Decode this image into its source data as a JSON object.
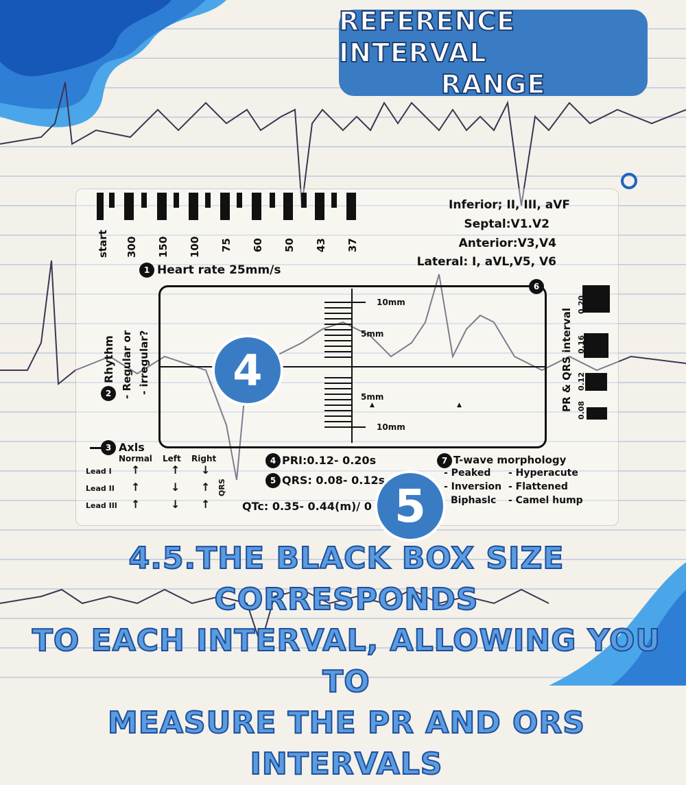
{
  "banner": {
    "line1": "Reference Interval",
    "line2": "Range"
  },
  "caption": {
    "line1": "4.5.The black box size corresponds",
    "line2": "to each interval, allowing you to",
    "line3": "measure the PR and ORS intervals"
  },
  "callouts": {
    "first": "4",
    "second": "5"
  },
  "card": {
    "rate_scale": [
      "start",
      "300",
      "150",
      "100",
      "75",
      "60",
      "50",
      "43",
      "37"
    ],
    "leads": {
      "inferior": "Inferior; II, III, aVF",
      "septal": "Septal:V1.V2",
      "anterior": "Anterior:V3,V4",
      "lateral": "Lateral: I, aVL,V5, V6"
    },
    "heart_rate": {
      "num": "1",
      "label": "Heart rate 25mm/s"
    },
    "rhythm": {
      "num": "2",
      "label": "Rhythm",
      "line2": "- Regular or",
      "line3": "- irregular?"
    },
    "axis": {
      "num": "3",
      "label": "Axls",
      "cols": [
        "Normal",
        "Left",
        "Right"
      ],
      "rows": [
        "Lead I",
        "Lead II",
        "Lead III"
      ],
      "qrs_label": "QRS"
    },
    "box_num": "6",
    "ruler": {
      "top": "10mm",
      "upper": "5mm",
      "lower": "5mm",
      "bottom": "10mm"
    },
    "intervals_label": "PR & QRS interval",
    "interval_values": [
      "0.20",
      "0.16",
      "0.12",
      "0.08"
    ],
    "pri": {
      "num": "4",
      "label": "PRI:0.12- 0.20s"
    },
    "qrs": {
      "num": "5",
      "label": "QRS: 0.08- 0.12s"
    },
    "qtc": {
      "label": "QTc: 0.35- 0.44(m)/ 0"
    },
    "twave": {
      "num": "7",
      "label": "T-wave morphology",
      "items": [
        "- Peaked",
        "- Hyperacute",
        "- Inversion",
        "- Flattened",
        "Biphaslc",
        "- Camel hump"
      ]
    }
  },
  "colors": {
    "accent": "#3a7cc3",
    "caption": "#5b9be0",
    "ink": "#111111"
  }
}
